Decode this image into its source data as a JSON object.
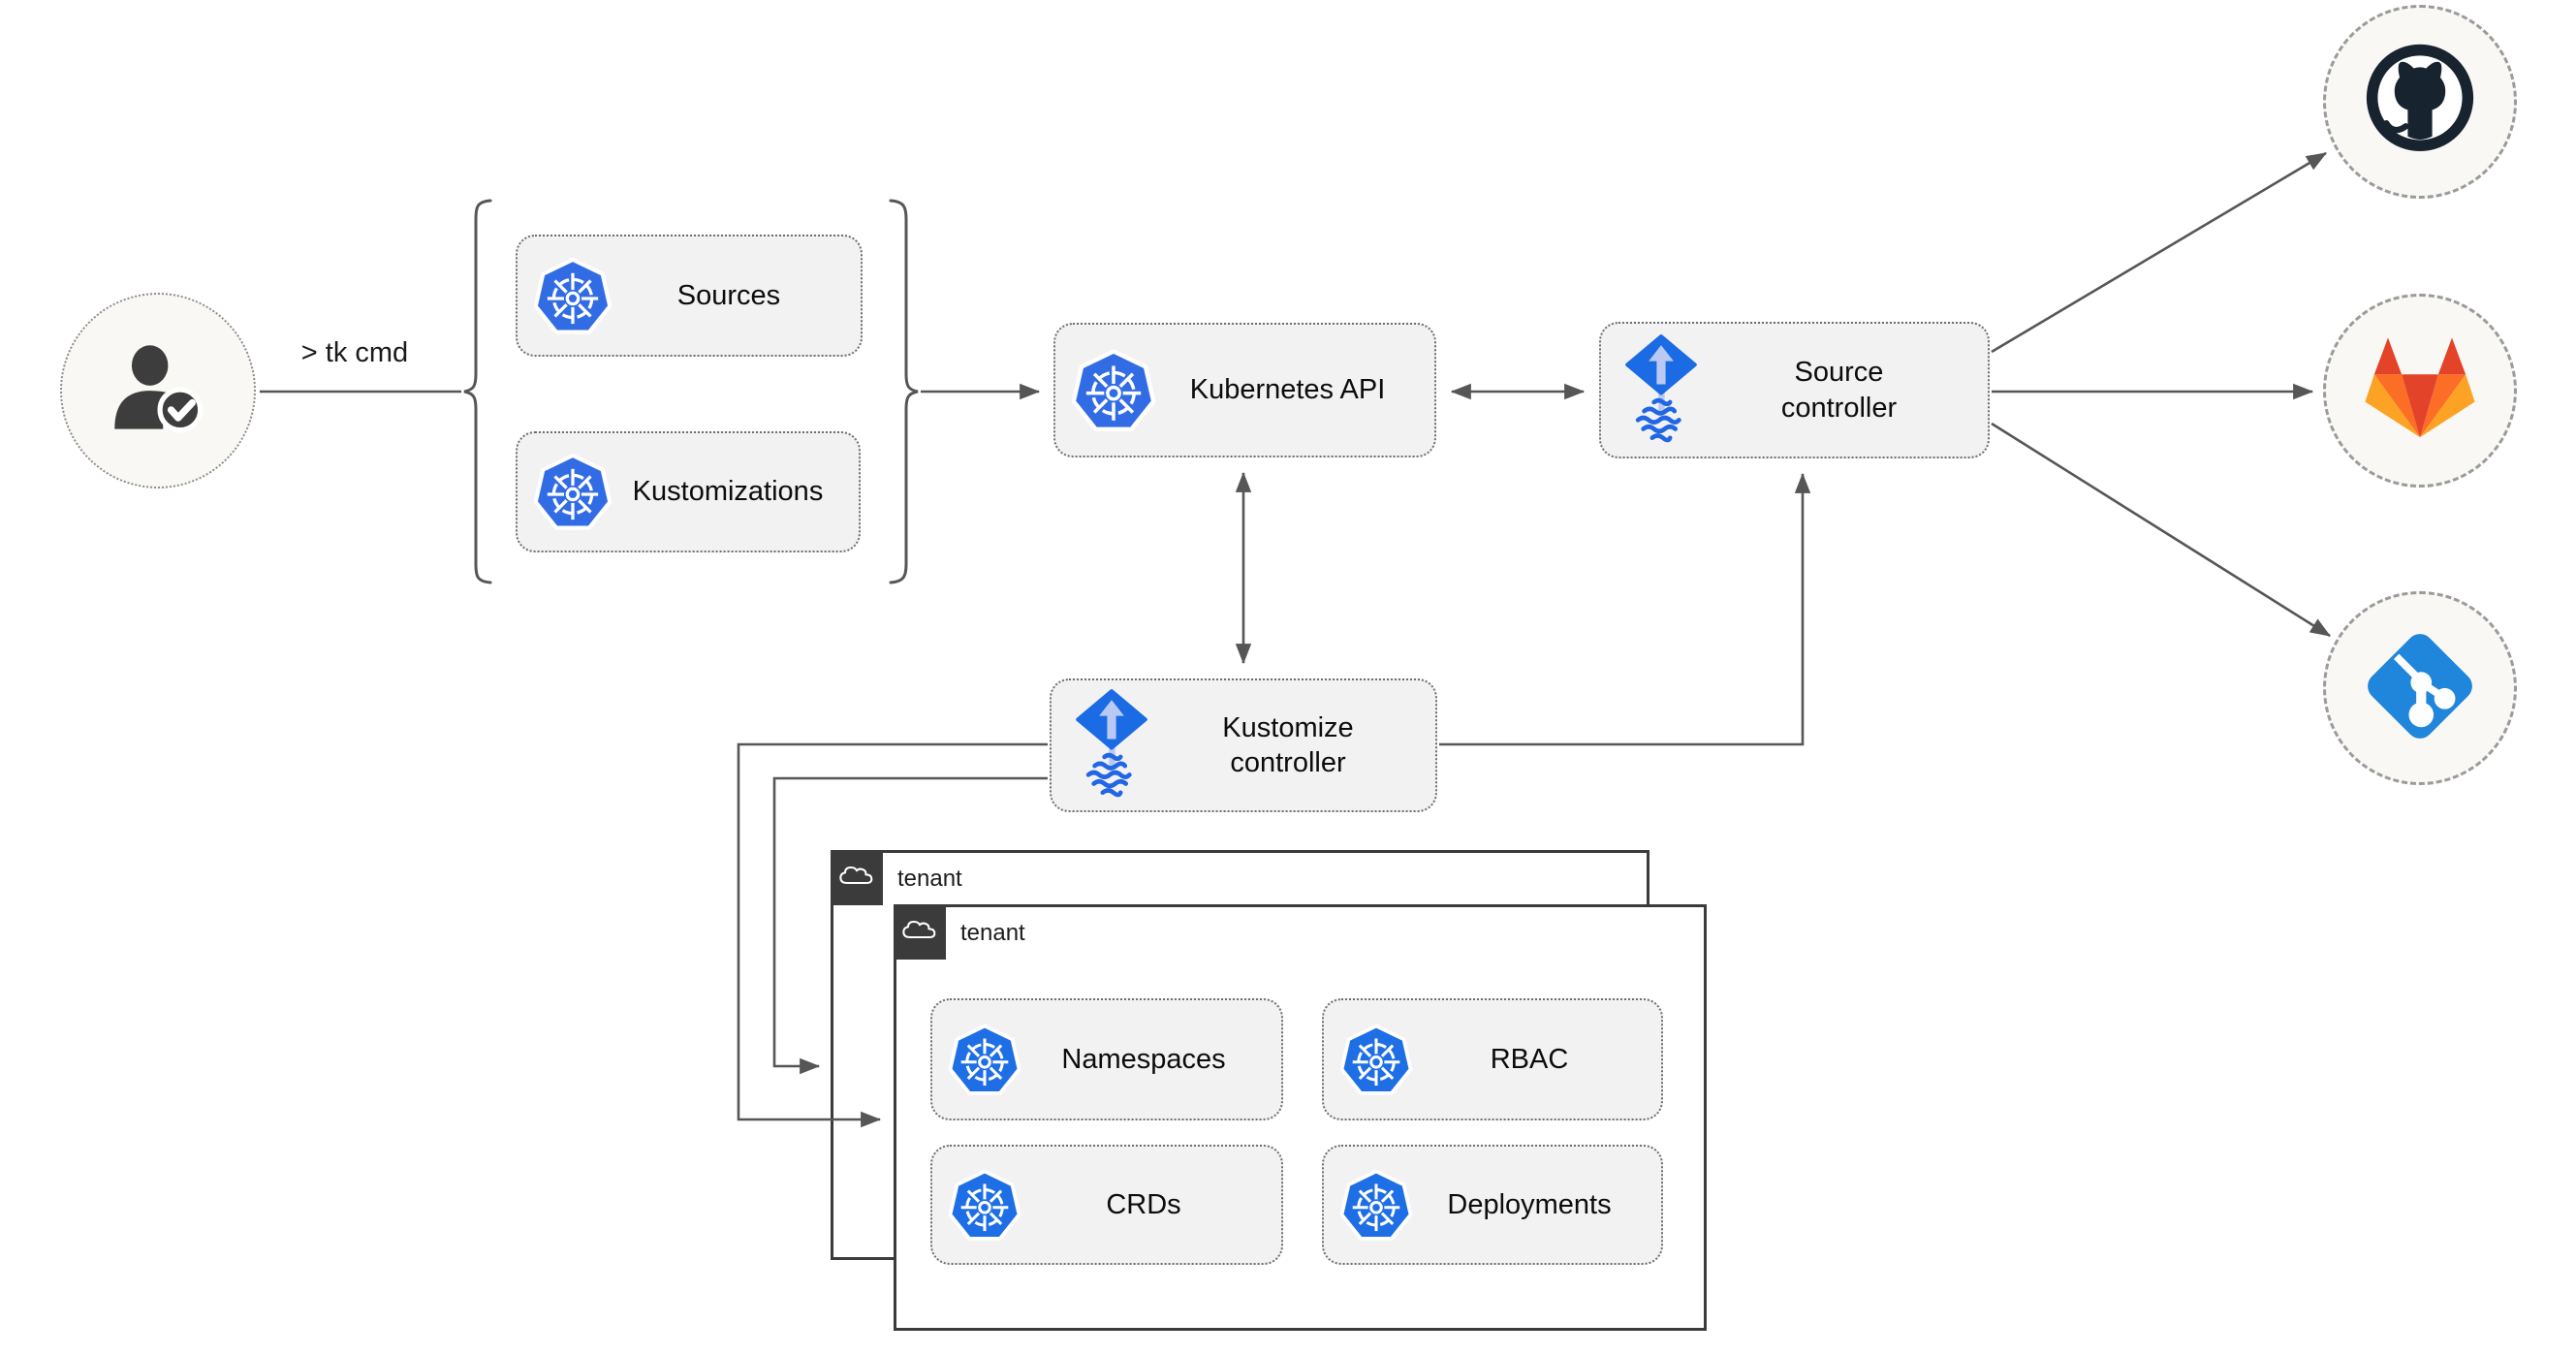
{
  "diagram": {
    "cli_label": "> tk cmd",
    "actor": {
      "icon": "user-check-icon"
    },
    "nodes": {
      "sources": {
        "label": "Sources",
        "icon": "kubernetes-icon"
      },
      "kustomizations": {
        "label": "Kustomizations",
        "icon": "kubernetes-icon"
      },
      "kubernetes_api": {
        "label": "Kubernetes API",
        "icon": "kubernetes-icon"
      },
      "source_controller": {
        "label": "Source controller",
        "icon": "flux-icon"
      },
      "kustomize_controller": {
        "label": "Kustomize controller",
        "icon": "flux-icon"
      }
    },
    "tenants": {
      "back": {
        "label": "tenant",
        "icon": "cloud-icon"
      },
      "front": {
        "label": "tenant",
        "icon": "cloud-icon",
        "items": [
          {
            "label": "Namespaces",
            "icon": "kubernetes-icon"
          },
          {
            "label": "RBAC",
            "icon": "kubernetes-icon"
          },
          {
            "label": "CRDs",
            "icon": "kubernetes-icon"
          },
          {
            "label": "Deployments",
            "icon": "kubernetes-icon"
          }
        ]
      }
    },
    "externals": [
      {
        "name": "github",
        "icon": "github-icon"
      },
      {
        "name": "gitlab",
        "icon": "gitlab-icon"
      },
      {
        "name": "git",
        "icon": "git-icon"
      }
    ],
    "colors": {
      "kubernetes_blue": "#326ce5",
      "flux_blue": "#1a6be4",
      "flux_arrow_light": "#b9c9f2",
      "github_dark": "#172430",
      "gitlab_red": "#e24329",
      "gitlab_orange": "#fc6d26",
      "gitlab_amber": "#fca326",
      "git_blue": "#2086dc",
      "node_fill": "#f2f2f2",
      "node_border": "#6e6e6e",
      "connector_gray": "#565656",
      "tenant_border": "#3b3b3b",
      "circle_fill": "#faf8f5"
    }
  }
}
